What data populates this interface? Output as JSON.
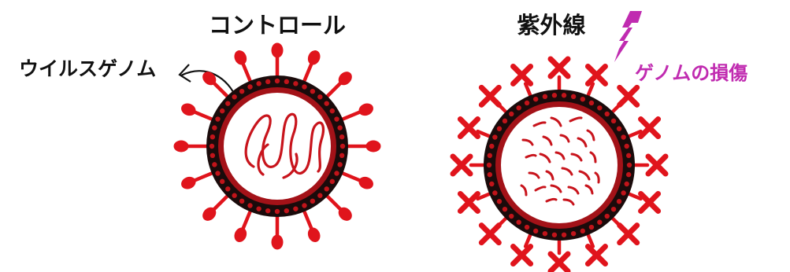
{
  "labels": {
    "control": "コントロール",
    "viral_genome": "ウイルスゲノム",
    "uv": "紫外線",
    "genome_damage": "ゲノムの損傷"
  },
  "colors": {
    "virus_red": "#e0141c",
    "shell_dark": "#1a0b0b",
    "shell_dots": "#c0141a",
    "inner_ring": "#a31218",
    "genome_line": "#c8141c",
    "uv_purple": "#c02bb0",
    "text": "#111111",
    "background": "#ffffff"
  },
  "viruses": {
    "control": {
      "spike_shape": "round-knob",
      "genome_state": "intact",
      "spike_count": 16
    },
    "uv": {
      "spike_shape": "x-mark",
      "genome_state": "fragmented",
      "spike_count": 16
    }
  }
}
